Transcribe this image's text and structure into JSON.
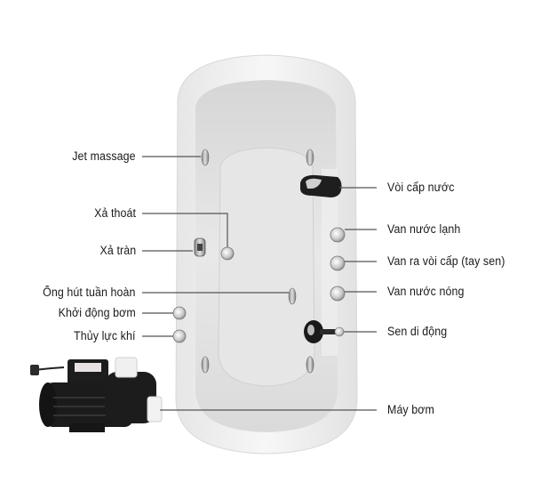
{
  "diagram": {
    "subject": "Bồn tắm massage (whirlpool bathtub) components",
    "colors": {
      "background": "#ffffff",
      "tub_rim": "#eeeeee",
      "tub_inner": "#dcdcdc",
      "leader_line": "#555555",
      "text": "#1a1a1a",
      "pump_body": "#1b1b1b"
    },
    "labels_left": [
      {
        "id": "jet-massage",
        "text": "Jet massage"
      },
      {
        "id": "xa-thoat",
        "text": "Xả thoát"
      },
      {
        "id": "xa-tran",
        "text": "Xả tràn"
      },
      {
        "id": "ong-hut-tuan-hoan",
        "text": "Ống hút tuần hoàn"
      },
      {
        "id": "khoi-dong-bom",
        "text": "Khởi động bơm"
      },
      {
        "id": "thuy-luc-khi",
        "text": "Thủy lực khí"
      }
    ],
    "labels_right": [
      {
        "id": "voi-cap-nuoc",
        "text": "Vòi cấp nước"
      },
      {
        "id": "van-nuoc-lanh",
        "text": "Van nước lạnh"
      },
      {
        "id": "van-ra-voi-cap",
        "text": "Van ra vòi cấp (tay sen)"
      },
      {
        "id": "van-nuoc-nong",
        "text": "Van nước nóng"
      },
      {
        "id": "sen-di-dong",
        "text": "Sen di động"
      },
      {
        "id": "may-bom",
        "text": "Máy bơm"
      }
    ]
  }
}
